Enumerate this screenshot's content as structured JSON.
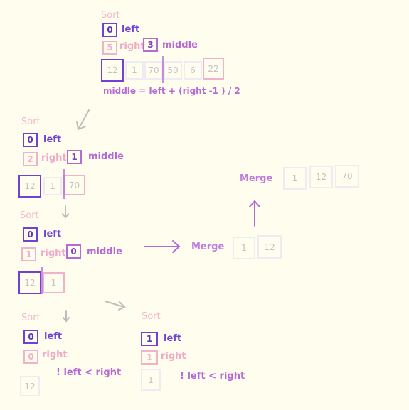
{
  "labels": {
    "sort": "Sort",
    "left": "left",
    "right": "right",
    "middle": "middle",
    "merge": "Merge",
    "formula": "middle = left + (right -1 ) / 2",
    "condition": "! left < right"
  },
  "top": {
    "left": "0",
    "right": "5",
    "middle": "3",
    "cells": [
      "12",
      "1",
      "70",
      "50",
      "6",
      "22"
    ]
  },
  "step2": {
    "left": "0",
    "right": "2",
    "middle": "1",
    "cells": [
      "12",
      "1",
      "70"
    ]
  },
  "step3": {
    "left": "0",
    "right": "1",
    "middle": "0",
    "cells": [
      "12",
      "1"
    ]
  },
  "leafA": {
    "left": "0",
    "right": "0",
    "cell": "12"
  },
  "leafB": {
    "left": "1",
    "right": "1",
    "cell": "1"
  },
  "merge1": {
    "cells": [
      "1",
      "12"
    ]
  },
  "merge2": {
    "cells": [
      "1",
      "12",
      "70"
    ]
  },
  "colors": {
    "left": "#6e42d6",
    "right": "#f2b2ca",
    "middle": "#b66ad8",
    "arrow_gray": "#bdbdbd",
    "arrow_purple": "#b66ad8"
  }
}
